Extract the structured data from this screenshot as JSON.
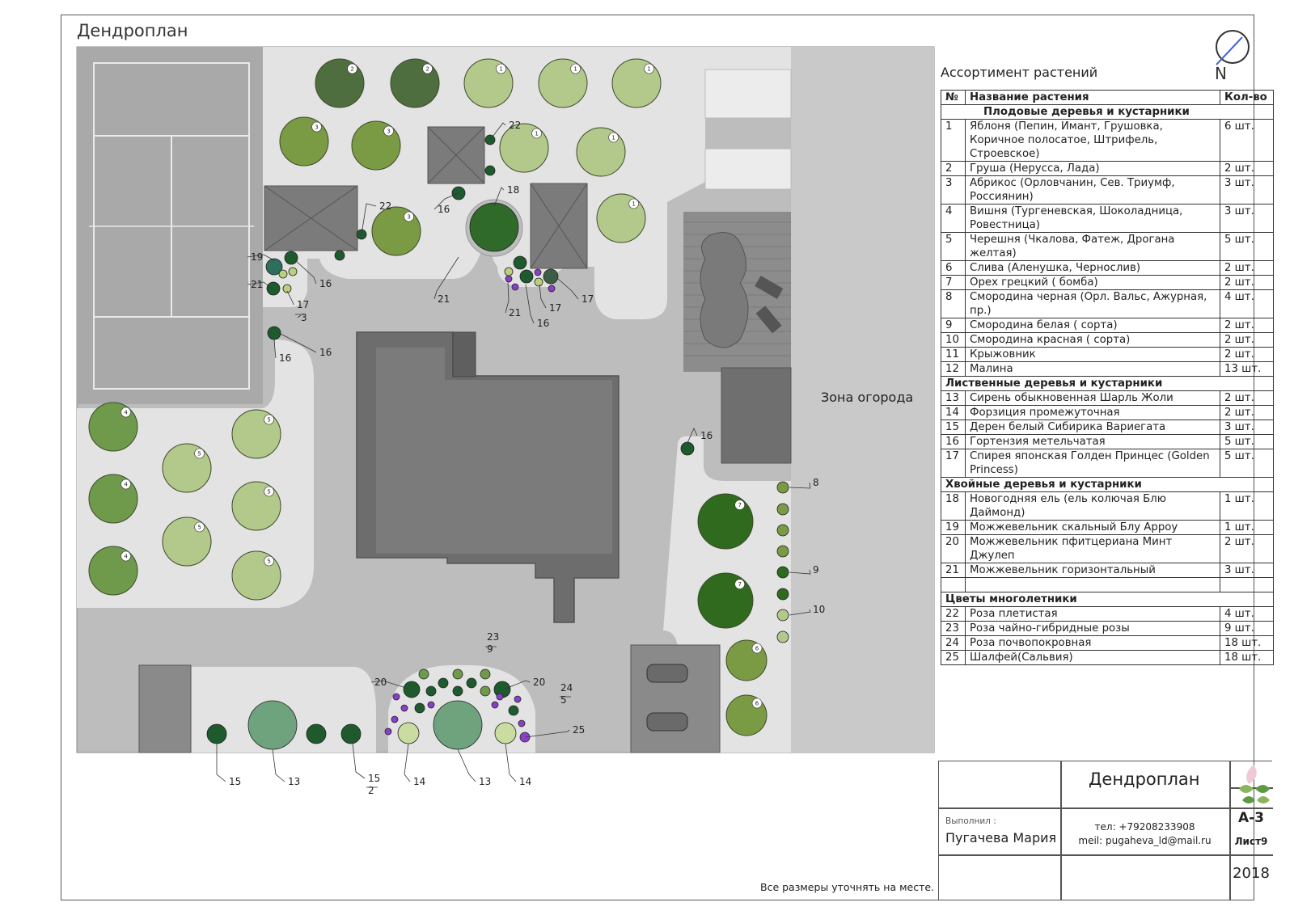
{
  "title": "Дендроплан",
  "compass_label": "N",
  "assortment_title": "Ассортимент растений",
  "table": {
    "headers": {
      "num": "№",
      "name": "Название растения",
      "qty": "Кол-во"
    },
    "sections": [
      {
        "title": "Плодовые деревья и кустарники",
        "rows": [
          {
            "num": "1",
            "name": "Яблоня (Пепин, Имант, Грушовка, Коричное полосатое, Штрифель, Строевское)",
            "qty": "6 шт."
          },
          {
            "num": "2",
            "name": "Груша (Нерусса, Лада)",
            "qty": "2 шт."
          },
          {
            "num": "3",
            "name": "Абрикос (Орловчанин, Сев. Триумф, Россиянин)",
            "qty": "3 шт."
          },
          {
            "num": "4",
            "name": "Вишня (Тургеневская, Шоколадница, Ровестница)",
            "qty": "3 шт."
          },
          {
            "num": "5",
            "name": "Черешня (Чкалова, Фатеж, Дрогана желтая)",
            "qty": "5 шт."
          },
          {
            "num": "6",
            "name": "Слива (Аленушка, Чернослив)",
            "qty": "2 шт."
          },
          {
            "num": "7",
            "name": "Орех грецкий ( бомба)",
            "qty": "2 шт."
          },
          {
            "num": "8",
            "name": "Смородина черная (Орл. Вальс, Ажурная, пр.)",
            "qty": "4 шт."
          },
          {
            "num": "9",
            "name": "Смородина белая ( сорта)",
            "qty": "2 шт."
          },
          {
            "num": "10",
            "name": "Смородина красная ( сорта)",
            "qty": "2 шт."
          },
          {
            "num": "11",
            "name": "Крыжовник",
            "qty": "2 шт."
          },
          {
            "num": "12",
            "name": "Малина",
            "qty": "13 шт."
          }
        ]
      },
      {
        "title": "Лиственные деревья и кустарники",
        "rows": [
          {
            "num": "13",
            "name": "Сирень обыкновенная Шарль Жоли",
            "qty": "2 шт."
          },
          {
            "num": "14",
            "name": "Форзиция промежуточная",
            "qty": "2 шт."
          },
          {
            "num": "15",
            "name": "Дерен белый Сибирика Вариегата",
            "qty": "3 шт."
          },
          {
            "num": "16",
            "name": "Гортензия метельчатая",
            "qty": "5 шт."
          },
          {
            "num": "17",
            "name": "Спирея японская Голден Принцес (Golden Princess)",
            "qty": "5 шт."
          }
        ]
      },
      {
        "title": "Хвойные деревья и кустарники",
        "rows": [
          {
            "num": "18",
            "name": "Новогодняя ель (ель колючая Блю Даймонд)",
            "qty": "1 шт."
          },
          {
            "num": "19",
            "name": "Можжевельник скальный Блу Арроу",
            "qty": "1 шт."
          },
          {
            "num": "20",
            "name": "Можжевельник пфитцериана Минт Джулеп",
            "qty": "2 шт."
          },
          {
            "num": "21",
            "name": "Можжевельник горизонтальный",
            "qty": "3 шт."
          },
          {
            "num": "",
            "name": "",
            "qty": ""
          }
        ]
      },
      {
        "title": "Цветы многолетники",
        "rows": [
          {
            "num": "22",
            "name": "Роза плетистая",
            "qty": "4 шт."
          },
          {
            "num": "23",
            "name": "Роза чайно-гибридные розы",
            "qty": "9 шт."
          },
          {
            "num": "24",
            "name": "Роза почвопокровная",
            "qty": "18 шт."
          },
          {
            "num": "25",
            "name": "Шалфей(Сальвия)",
            "qty": "18 шт."
          }
        ]
      }
    ]
  },
  "zone_label": "Зона огорода",
  "note": "Все размеры уточнять на месте.",
  "stamp": {
    "title": "Дендроплан",
    "performer_label": "Выполнил :",
    "performer_name": "Пугачева Мария",
    "tel": "тел: +79208233908",
    "mail": "meil: pugaheva_ld@mail.ru",
    "format": "А-3",
    "sheet": "Лист9",
    "year": "2018"
  },
  "plan": {
    "tree_markers": [
      {
        "group": "fruit",
        "num": "2"
      },
      {
        "group": "fruit",
        "num": "2"
      },
      {
        "group": "fruit",
        "num": "1"
      },
      {
        "group": "fruit",
        "num": "1"
      },
      {
        "group": "fruit",
        "num": "1"
      },
      {
        "group": "fruit",
        "num": "3"
      },
      {
        "group": "fruit",
        "num": "3"
      },
      {
        "group": "fruit",
        "num": "1"
      },
      {
        "group": "fruit",
        "num": "1"
      },
      {
        "group": "fruit",
        "num": "3"
      },
      {
        "group": "fruit",
        "num": "1"
      },
      {
        "group": "fruit",
        "num": "4"
      },
      {
        "group": "fruit",
        "num": "4"
      },
      {
        "group": "fruit",
        "num": "4"
      },
      {
        "group": "fruit",
        "num": "5"
      },
      {
        "group": "fruit",
        "num": "5"
      },
      {
        "group": "fruit",
        "num": "5"
      },
      {
        "group": "fruit",
        "num": "5"
      },
      {
        "group": "fruit",
        "num": "5"
      },
      {
        "group": "fruit",
        "num": "7"
      },
      {
        "group": "fruit",
        "num": "7"
      },
      {
        "group": "fruit",
        "num": "6"
      },
      {
        "group": "fruit",
        "num": "6"
      }
    ],
    "callouts": [
      "22",
      "22",
      "18",
      "16",
      "16",
      "19",
      "21",
      "16",
      "17",
      "3",
      "21",
      "17",
      "16",
      "17",
      "21",
      "16",
      "16",
      "8",
      "9",
      "10",
      "23",
      "9",
      "20",
      "20",
      "24",
      "5",
      "25",
      "15",
      "13",
      "15",
      "2",
      "14",
      "13",
      "14"
    ]
  },
  "colors": {
    "dark_green": "#4f6e3f",
    "olive": "#7a9a44",
    "light_green": "#b3c98c",
    "bright_green": "#6f9a4c",
    "deep_green": "#1e5a2e",
    "violet": "#8a3fc8",
    "lawn": "#e3e3e3",
    "paving": "#bdbdbd",
    "building": "#7b7b7b"
  }
}
